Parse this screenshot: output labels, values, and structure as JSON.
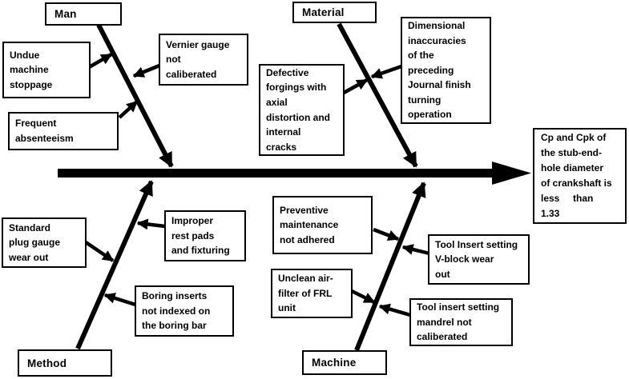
{
  "effect_box": {
    "text": "Cp and Cpk of\nthe stub-end-\nhole diameter\nof crankshaft is\nless     than\n1.33"
  },
  "branches": {
    "man": {
      "label": "Man",
      "causes": [
        {
          "text": "Undue\nmachine\nstoppage"
        },
        {
          "text": "Frequent\nabsenteeism"
        },
        {
          "text": "Vernier gauge\nnot\ncaliberated"
        }
      ]
    },
    "material": {
      "label": "Material",
      "causes": [
        {
          "text": "Defective\nforgings with\naxial\ndistortion and\ninternal\ncracks"
        },
        {
          "text": "Dimensional\ninaccuracies\nof the\npreceding\nJournal finish\nturning\noperation"
        }
      ]
    },
    "method": {
      "label": "Method",
      "causes": [
        {
          "text": "Standard\nplug gauge\nwear out"
        },
        {
          "text": "Improper\nrest pads\nand fixturing"
        },
        {
          "text": "Boring inserts\nnot indexed on\nthe boring bar"
        }
      ]
    },
    "machine": {
      "label": "Machine",
      "causes": [
        {
          "text": "Preventive\nmaintenance\nnot adhered"
        },
        {
          "text": "Unclean air-\nfilter of FRL\nunit"
        },
        {
          "text": "Tool Insert setting\nV-block wear\nout"
        },
        {
          "text": "Tool insert setting\nmandrel not\ncaliberated"
        }
      ]
    }
  },
  "colors": {
    "line": "#000000",
    "box_border": "#000000",
    "box_fill": "#ffffff",
    "background": "#ffffff",
    "text": "#000000"
  }
}
